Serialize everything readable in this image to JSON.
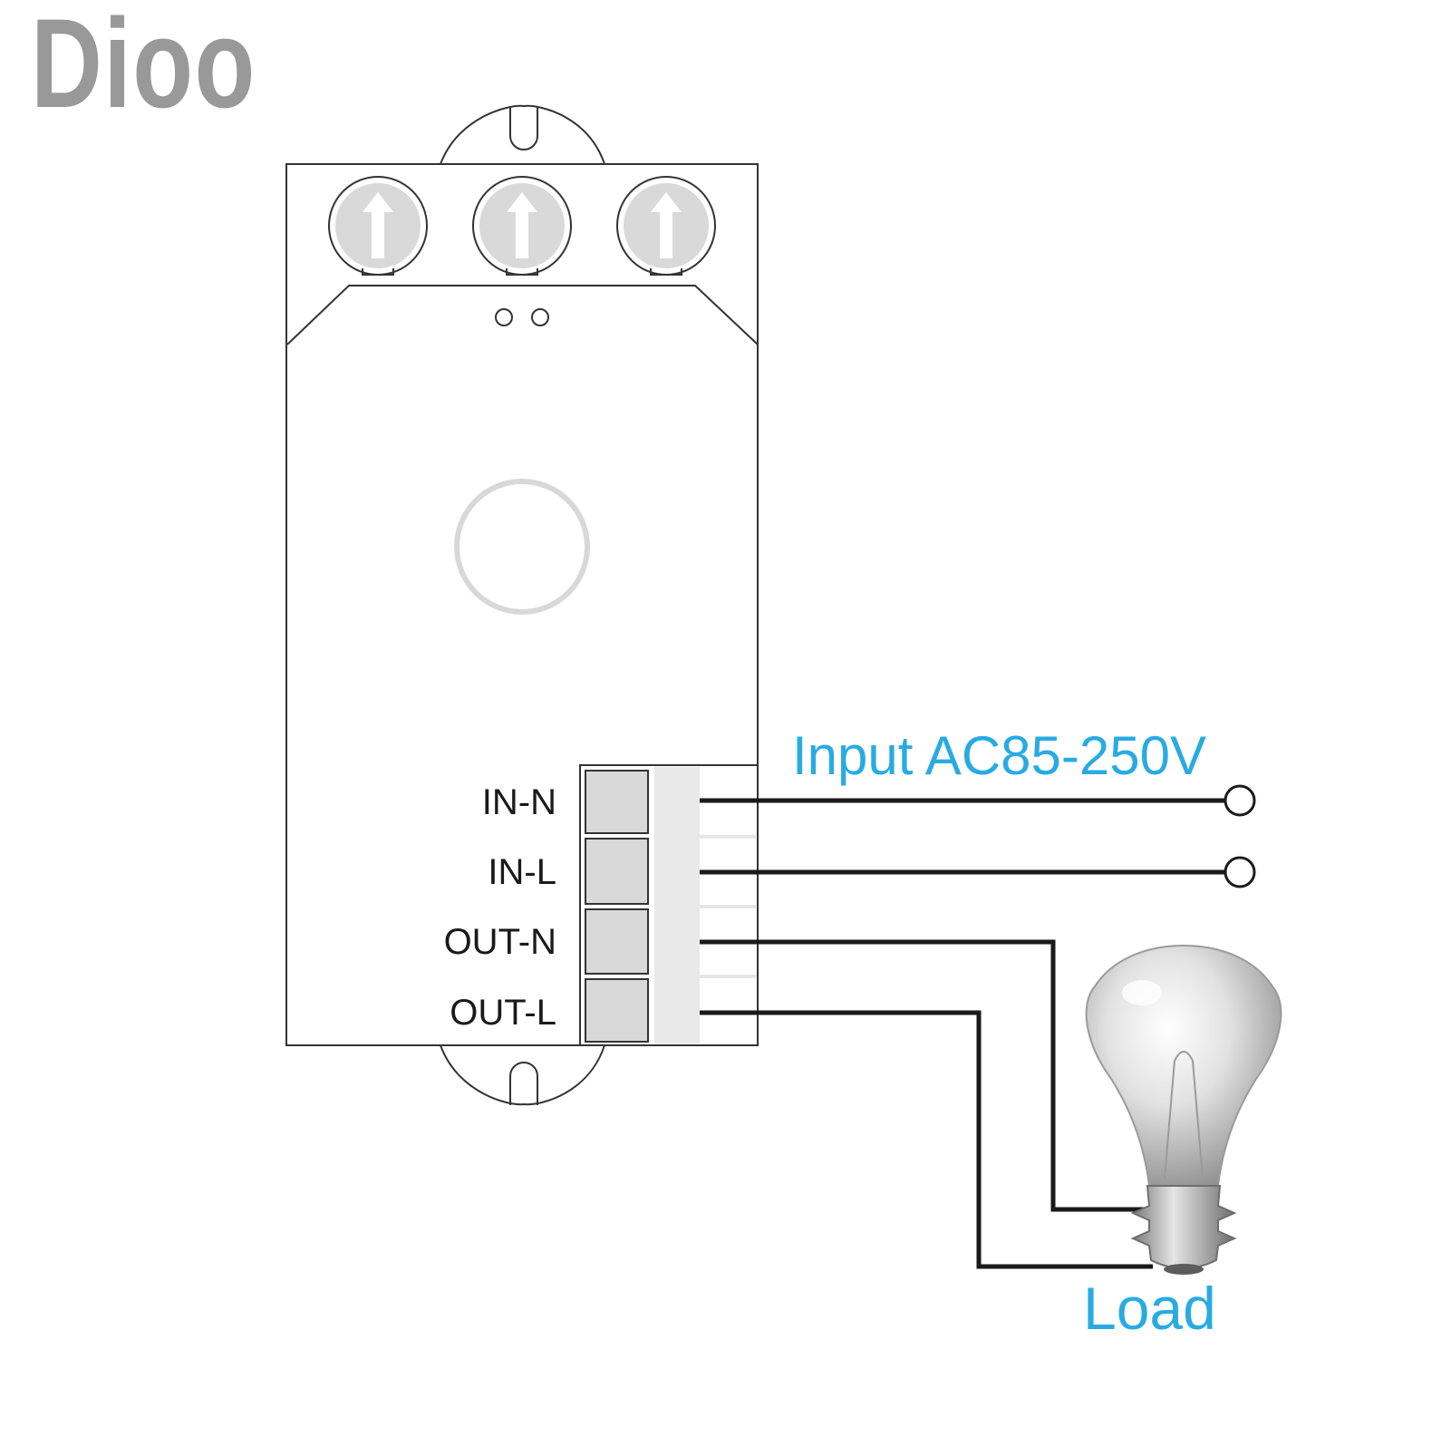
{
  "brand": {
    "text": "Dioo",
    "color": "#999999"
  },
  "terminals": [
    {
      "label": "IN-N"
    },
    {
      "label": "IN-L"
    },
    {
      "label": "OUT-N"
    },
    {
      "label": "OUT-L"
    }
  ],
  "input_label": "Input AC85-250V",
  "load_label": "Load",
  "colors": {
    "label_blue": "#29abe2",
    "wire": "#1a1a1a",
    "housing_stroke": "#333333",
    "pot_fill": "#d9d9d9"
  },
  "icons": {
    "potentiometers": "adjust-knob-icon",
    "sensor": "sensor-lens-icon",
    "indicators": "led-indicator-icon",
    "load": "light-bulb-icon"
  }
}
